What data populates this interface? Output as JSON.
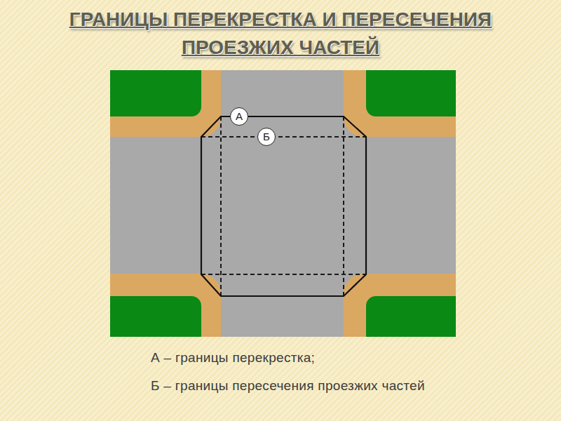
{
  "diagram": {
    "title": "ГРАНИЦЫ ПЕРЕКРЕСТКА И ПЕРЕСЕЧЕНИЯ ПРОЕЗЖИХ ЧАСТЕЙ",
    "nodes": [
      {
        "text": [
          "А"
        ]
      },
      {
        "text": [
          "Б"
        ]
      }
    ],
    "labels": [
      "А – границы перекрестка;",
      "Б – границы пересечения проезжих частей"
    ]
  }
}
